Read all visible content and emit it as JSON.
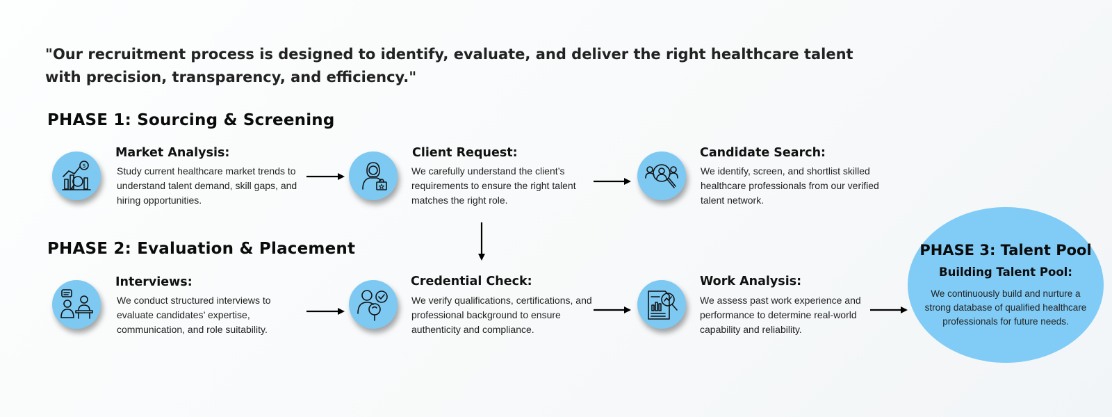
{
  "quote": "\"Our recruitment process is designed to identify, evaluate, and deliver the right healthcare talent with precision, transparency, and efficiency.\"",
  "phase1": {
    "title": "PHASE 1: Sourcing & Screening",
    "steps": [
      {
        "icon": "market-analysis-chart-icon",
        "title": "Market Analysis:",
        "desc": "Study current healthcare market trends to understand talent demand, skill gaps, and hiring opportunities."
      },
      {
        "icon": "client-person-bag-icon",
        "title": "Client Request:",
        "desc": "We carefully understand the client’s requirements to ensure the right talent matches the right role."
      },
      {
        "icon": "candidate-search-magnifier-icon",
        "title": "Candidate Search:",
        "desc": "We identify, screen, and shortlist skilled healthcare professionals from our verified talent network."
      }
    ]
  },
  "phase2": {
    "title": "PHASE 2: Evaluation & Placement",
    "steps": [
      {
        "icon": "interview-people-icon",
        "title": "Interviews:",
        "desc": "We conduct structured interviews to evaluate candidates’ expertise, communication, and role suitability."
      },
      {
        "icon": "credential-check-user-icon",
        "title": "Credential Check:",
        "desc": "We verify qualifications, certifications, and professional background to ensure authenticity and compliance."
      },
      {
        "icon": "work-analysis-report-icon",
        "title": "Work Analysis:",
        "desc": "We assess past work experience and performance to determine real-world capability and reliability."
      }
    ]
  },
  "phase3": {
    "title": "PHASE 3: Talent Pool",
    "subtitle": "Building Talent Pool:",
    "desc": "We continuously build and nurture a strong database of qualified healthcare professionals for future needs."
  },
  "colors": {
    "circle": "#7ec9f2",
    "pool": "#80ccf6",
    "text": "#111111"
  }
}
